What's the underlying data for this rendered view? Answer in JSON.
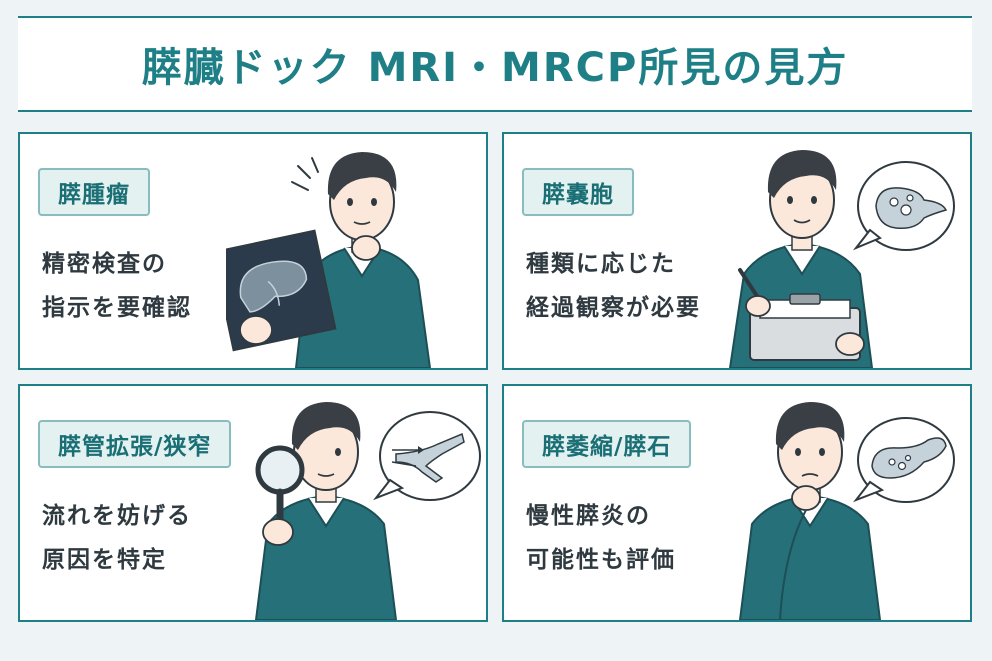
{
  "title": "膵臓ドック MRI・MRCP所見の見方",
  "colors": {
    "accent": "#1f7f86",
    "tag_bg": "#e4f1f1",
    "sweater": "#26707a",
    "hair": "#3a3f46",
    "skin": "#fbe8da",
    "text": "#2f3a40"
  },
  "panels": [
    {
      "tag": "膵腫瘤",
      "lines": [
        "精密検査の",
        "指示を要確認"
      ],
      "icon": "xray-film-icon"
    },
    {
      "tag": "膵嚢胞",
      "lines": [
        "種類に応じた",
        "経過観察が必要"
      ],
      "icon": "cyst-bubble-icon"
    },
    {
      "tag": "膵管拡張/狭窄",
      "lines": [
        "流れを妨げる",
        "原因を特定"
      ],
      "icon": "duct-bubble-icon"
    },
    {
      "tag": "膵萎縮/膵石",
      "lines": [
        "慢性膵炎の",
        "可能性も評価"
      ],
      "icon": "pancreas-stone-bubble-icon"
    }
  ]
}
